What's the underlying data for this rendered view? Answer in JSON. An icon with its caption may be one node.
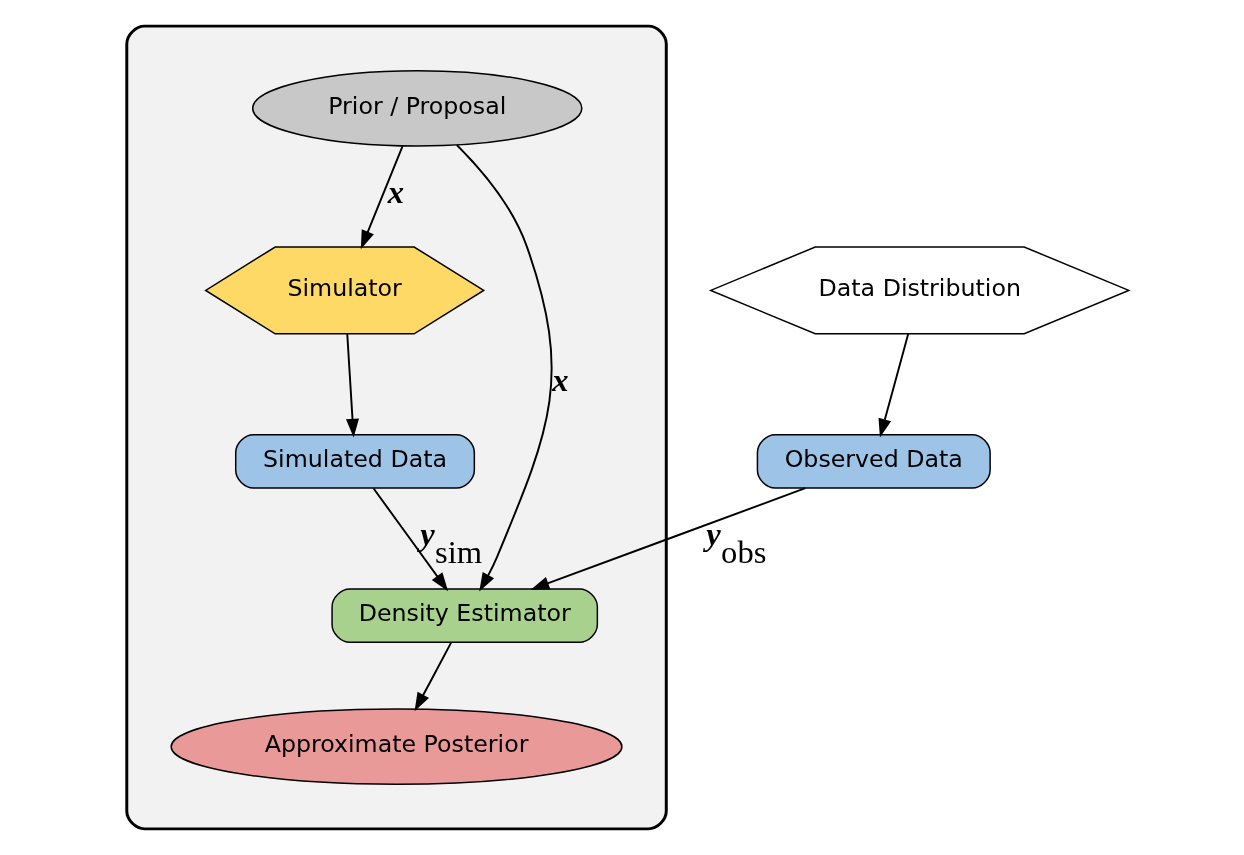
{
  "diagram": {
    "nodes": [
      {
        "text": [],
        "shape": "box"
      },
      {
        "text": [
          "Prior / Proposal"
        ],
        "in": 0
      },
      {
        "text": [
          "Simulator"
        ],
        "in": 0
      },
      {
        "text": [
          "Simulated Data"
        ],
        "in": 0
      },
      {
        "text": [
          "Density Estimator"
        ],
        "in": 0
      },
      {
        "text": [
          "Approximate Posterior"
        ],
        "in": 0
      },
      {
        "text": [
          "Data Distribution"
        ]
      },
      {
        "text": [
          "Observed Data"
        ]
      }
    ],
    "edges": [
      {
        "from": 1,
        "to": 2,
        "arrow": "to",
        "label": "x"
      },
      {
        "from": 2,
        "to": 3,
        "arrow": "to"
      },
      {
        "from": 3,
        "to": 4,
        "arrow": "to",
        "label": "y$_{sim}$"
      },
      {
        "from": 1,
        "to": 4,
        "arrow": "to",
        "label": "x"
      },
      {
        "from": 7,
        "to": 4,
        "arrow": "to",
        "label": "y$_{obs}$"
      },
      {
        "from": 4,
        "to": 5,
        "arrow": "to"
      },
      {
        "from": 6,
        "to": 7,
        "arrow": "to"
      }
    ]
  }
}
